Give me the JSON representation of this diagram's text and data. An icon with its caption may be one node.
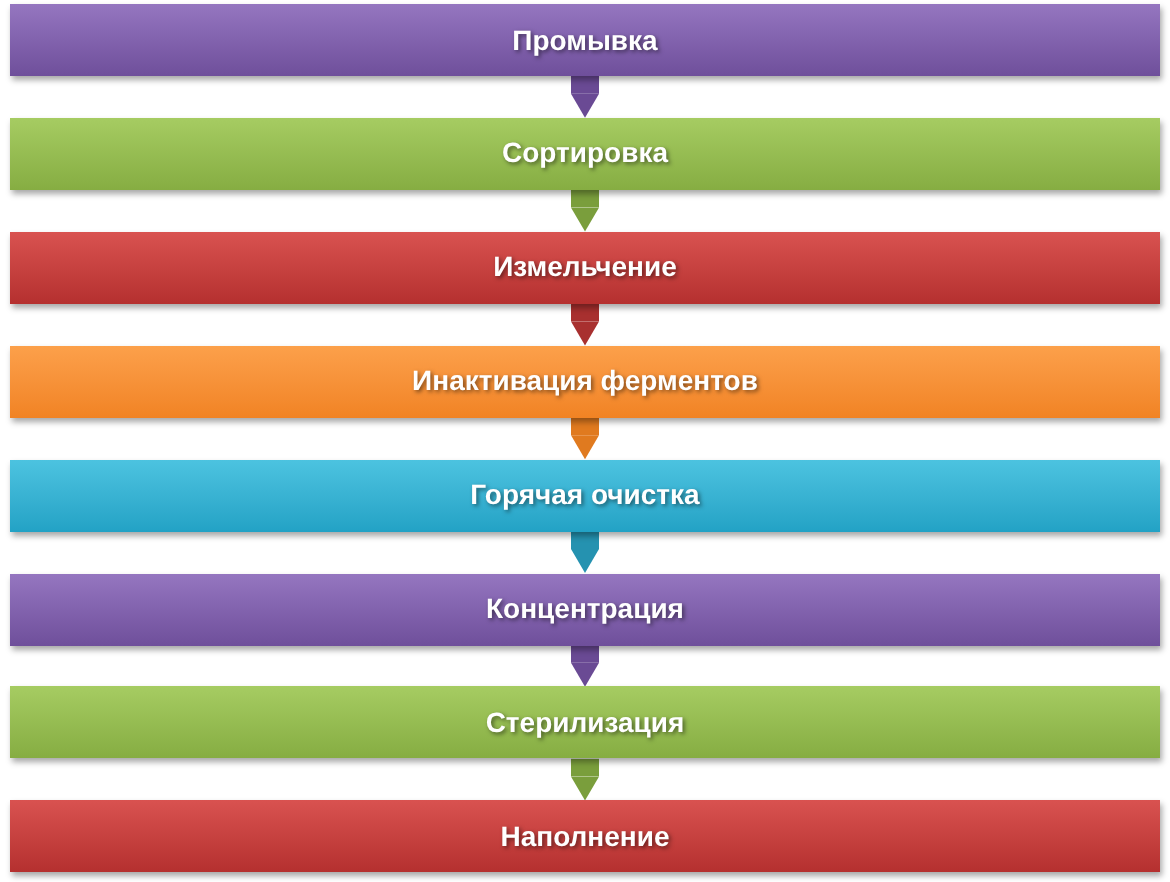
{
  "diagram": {
    "nodes": [
      {
        "text": [
          "Промывка"
        ]
      },
      {
        "text": [
          "Сортировка"
        ]
      },
      {
        "text": [
          "Измельчение"
        ]
      },
      {
        "text": [
          "Инактивация ферментов"
        ]
      },
      {
        "text": [
          "Горячая очистка"
        ]
      },
      {
        "text": [
          "Концентрация"
        ]
      },
      {
        "text": [
          "Стерилизация"
        ]
      },
      {
        "text": [
          "Наполнение"
        ]
      }
    ],
    "edges": [
      {
        "from": 0,
        "to": 1,
        "arrow": "to",
        "color": "#6a4a94"
      },
      {
        "from": 1,
        "to": 2,
        "arrow": "to",
        "color": "#7a9e3c"
      },
      {
        "from": 2,
        "to": 3,
        "arrow": "to",
        "color": "#a8302f"
      },
      {
        "from": 3,
        "to": 4,
        "arrow": "to",
        "color": "#e07a1f"
      },
      {
        "from": 4,
        "to": 5,
        "arrow": "to",
        "color": "#2592b0"
      },
      {
        "from": 5,
        "to": 6,
        "arrow": "to",
        "color": "#6a4a94"
      },
      {
        "from": 6,
        "to": 7,
        "arrow": "to",
        "color": "#7a9e3c"
      }
    ]
  }
}
